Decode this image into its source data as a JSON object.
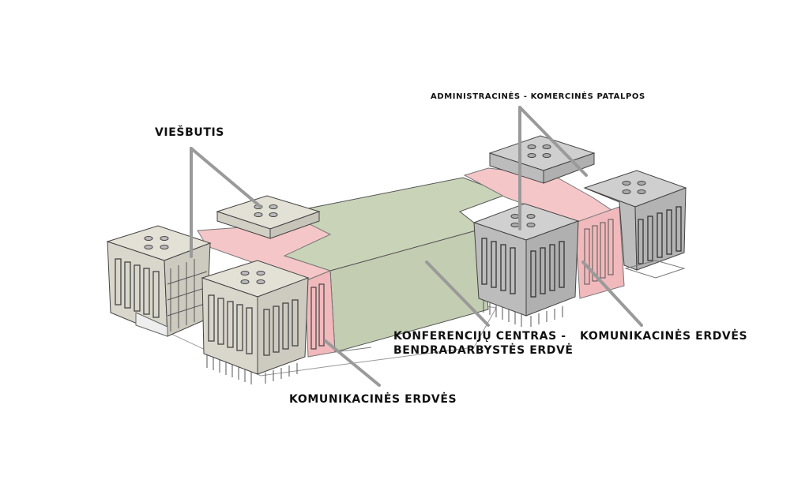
{
  "labels": {
    "hotel": "VIEŠBUTIS",
    "admin": "ADMINISTRACINĖS - KOMERCINĖS PATALPOS",
    "conf_line1": "KONFERENCIJŲ CENTRAS -",
    "conf_line2": "BENDRADARBYSTĖS ERDVĖ",
    "comm_right": "KOMUNIKACINĖS ERDVĖS",
    "comm_bottom": "KOMUNIKACINĖS ERDVĖS"
  },
  "colors": {
    "hotel_block": "#d9d6cc",
    "admin_block": "#c6c6c6",
    "conference": "#c9d3b8",
    "communication": "#f4c6c8",
    "leader_line": "#9a9a9a"
  }
}
